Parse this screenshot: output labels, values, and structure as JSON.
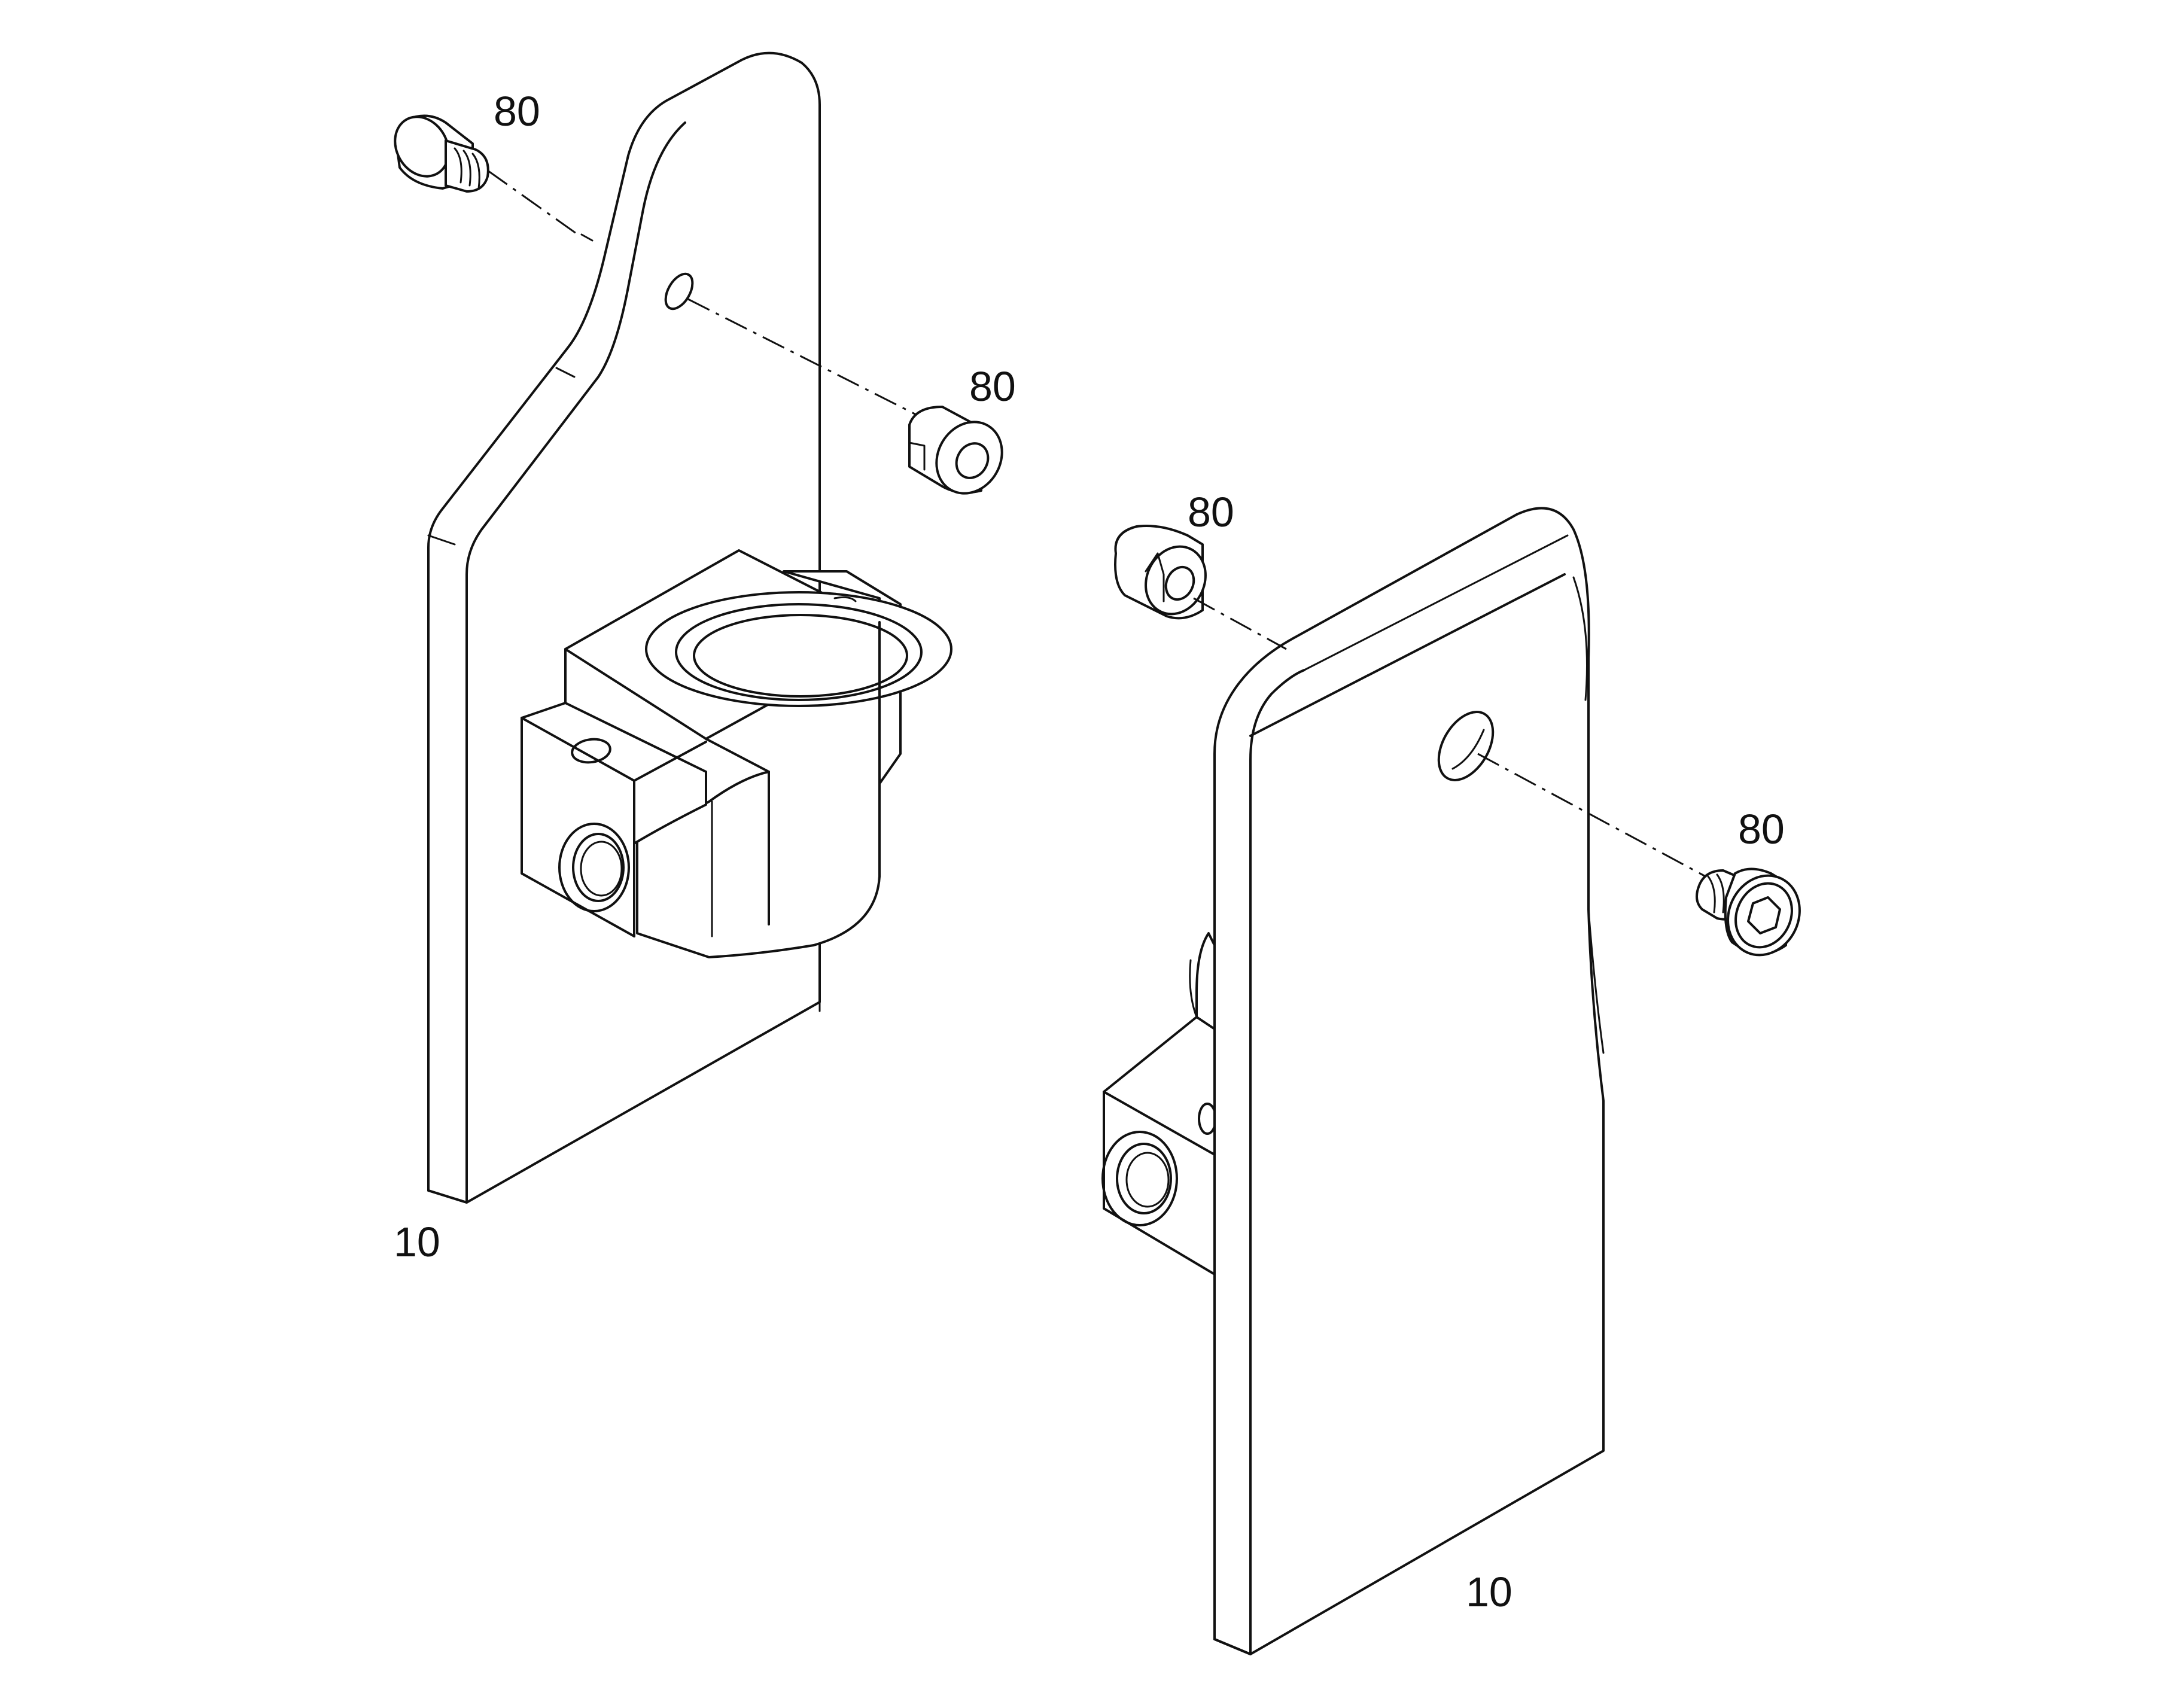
{
  "callouts": {
    "left_plate_number": "10",
    "right_plate_number": "10",
    "left_top_screw_number": "80",
    "left_nut_number": "80",
    "right_nut_number": "80",
    "right_screw_number": "80"
  },
  "colors": {
    "line": "#111111",
    "background": "#ffffff"
  }
}
